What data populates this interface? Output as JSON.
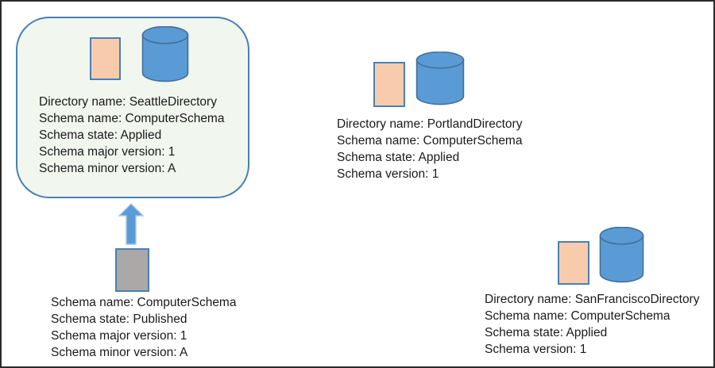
{
  "colors": {
    "frame": "#2b2b2b",
    "canvas_bg": "#ffffff",
    "peach_fill": "#f8cbad",
    "shape_border_blue": "#4a7fb5",
    "cylinder_fill": "#5b9bd5",
    "cylinder_stroke": "#41719c",
    "arrow_fill": "#5b9bd5",
    "arrow_stroke": "#a9c7e7",
    "gray_fill": "#aba8a8",
    "box_fill": "#f1f6ee",
    "box_border": "#4a7fb5",
    "text": "#1a1a1a"
  },
  "seattle": {
    "lines": [
      "Directory name: SeattleDirectory",
      "Schema name: ComputerSchema",
      "Schema state: Applied",
      "Schema major version: 1",
      "Schema minor version: A"
    ]
  },
  "published_schema": {
    "lines": [
      "Schema name: ComputerSchema",
      "Schema state: Published",
      "Schema major version: 1",
      "Schema minor version: A"
    ]
  },
  "portland": {
    "lines": [
      "Directory name: PortlandDirectory",
      "Schema name: ComputerSchema",
      "Schema state: Applied",
      "Schema version: 1"
    ]
  },
  "san_francisco": {
    "lines": [
      "Directory name: SanFranciscoDirectory",
      "Schema name: ComputerSchema",
      "Schema state: Applied",
      "Schema version: 1"
    ]
  }
}
